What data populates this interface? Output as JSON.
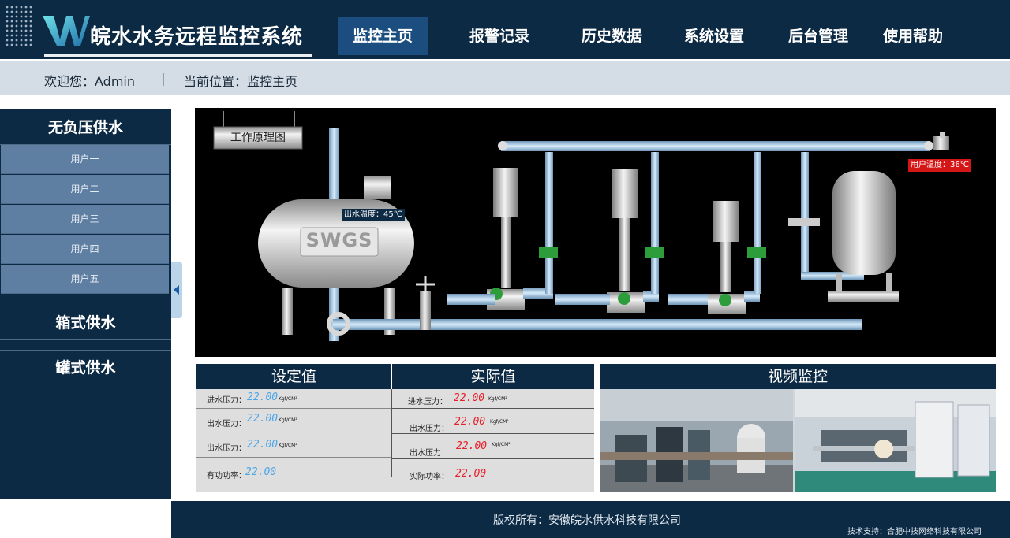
{
  "header": {
    "title": "皖水水务远程监控系统",
    "nav": [
      {
        "label": "监控主页",
        "active": true
      },
      {
        "label": "报警记录",
        "active": false
      },
      {
        "label": "历史数据",
        "active": false
      },
      {
        "label": "系统设置",
        "active": false
      },
      {
        "label": "后台管理",
        "active": false
      },
      {
        "label": "使用帮助",
        "active": false
      }
    ]
  },
  "subheader": {
    "welcome": "欢迎您：Admin",
    "separator": "|",
    "location": "当前位置：监控主页"
  },
  "sidebar": {
    "groups": [
      {
        "label": "无负压供水",
        "items": [
          "用户一",
          "用户二",
          "用户三",
          "用户四",
          "用户五"
        ]
      },
      {
        "label": "箱式供水",
        "items": []
      },
      {
        "label": "罐式供水",
        "items": []
      }
    ]
  },
  "diagram": {
    "sign": "工作原理图",
    "tank_label": "SWGS",
    "outlet_temp": "出水温度：45℃",
    "user_temp": "用户温度：36℃"
  },
  "setpoints": {
    "title": "设定值",
    "rows": [
      {
        "label": "进水压力：",
        "value": "22.00",
        "unit": "Kgf/CM²"
      },
      {
        "label": "出水压力：",
        "value": "22.00",
        "unit": "Kgf/CM²"
      },
      {
        "label": "出水压力：",
        "value": "22.00",
        "unit": "Kgf/CM²"
      },
      {
        "label": "有功功率：",
        "value": "22.00",
        "unit": ""
      }
    ]
  },
  "actuals": {
    "title": "实际值",
    "rows": [
      {
        "label": "进水压力：",
        "value": "22.00",
        "unit": "Kgf/CM²"
      },
      {
        "label": "出水压力：",
        "value": "22.00",
        "unit": "Kgf/CM²"
      },
      {
        "label": "出水压力：",
        "value": "22.00",
        "unit": "Kgf/CM²"
      },
      {
        "label": "实际功率：",
        "value": "22.00",
        "unit": ""
      }
    ]
  },
  "video": {
    "title": "视频监控"
  },
  "footer": {
    "copyright": "版权所有：安徽皖水供水科技有限公司",
    "support": "技术支持：合肥中技网络科技有限公司"
  },
  "colors": {
    "navy": "#0c2a44",
    "nav_active": "#1b4e7e",
    "sidebar_item": "#5e7fa2",
    "setpoint_value": "#4ea6e8",
    "actual_value": "#e8202a",
    "pipe": "#a9cbe8"
  }
}
